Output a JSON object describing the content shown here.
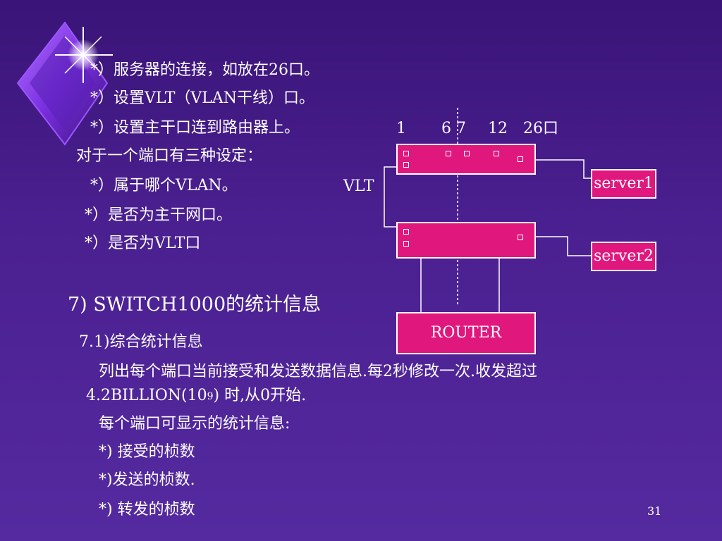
{
  "top_lines": [
    "*）服务器的连接，如放在26口。",
    "*）设置VLT（VLAN干线）口。",
    "*）设置主干口连到路由器上。"
  ],
  "port_lines": {
    "intro": "对于一个端口有三种设定：",
    "items": [
      "*）属于哪个VLAN。",
      "*）是否为主干网口。",
      "*）是否为VLT口"
    ]
  },
  "diagram": {
    "port_numbers": [
      "1",
      "6 7",
      "12",
      "26口"
    ],
    "vlt_label": "VLT",
    "server1": "server1",
    "server2": "server2",
    "router": "ROUTER"
  },
  "section": {
    "heading": "7) SWITCH1000的统计信息",
    "subheading": "7.1)综合统计信息",
    "para_line1": "列出每个端口当前接受和发送数据信息.每2秒修改一次.收发超过",
    "para_line2_pre": "4.2BILLION(10",
    "para_line2_exp": "9",
    "para_line2_post": ") 时,从0开始.",
    "display_intro": "每个端口可显示的统计信息:",
    "stats": [
      "*) 接受的桢数",
      "*)发送的桢数.",
      "*) 转发的桢数"
    ]
  },
  "page_number": "31",
  "colors": {
    "background": "#4a1f8f",
    "box_fill": "#e0187e",
    "text": "#ffffff"
  }
}
